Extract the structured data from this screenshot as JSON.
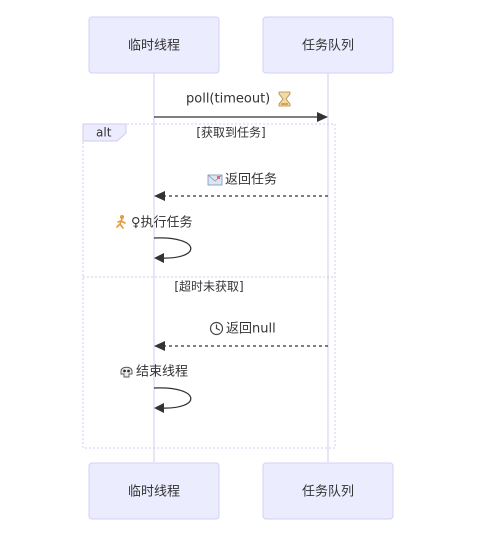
{
  "participants": [
    {
      "id": "temp_thread",
      "label": "临时线程"
    },
    {
      "id": "task_queue",
      "label": "任务队列"
    }
  ],
  "messages": [
    {
      "id": "m1",
      "from": "temp_thread",
      "to": "task_queue",
      "label": "poll(timeout)",
      "icon": "hourglass-icon",
      "style": "solid"
    },
    {
      "id": "m2",
      "from": "task_queue",
      "to": "temp_thread",
      "label": "返回任务",
      "icon": "envelope-icon",
      "style": "dotted"
    },
    {
      "id": "m3",
      "from": "temp_thread",
      "to": "temp_thread",
      "label": "♀执行任务",
      "icon": "runner-icon",
      "style": "self"
    },
    {
      "id": "m4",
      "from": "task_queue",
      "to": "temp_thread",
      "label": "返回null",
      "icon": "clock-icon",
      "style": "dotted"
    },
    {
      "id": "m5",
      "from": "temp_thread",
      "to": "temp_thread",
      "label": "结束线程",
      "icon": "skull-icon",
      "style": "self"
    }
  ],
  "alt": {
    "keyword": "alt",
    "sections": [
      {
        "condition": "[获取到任务]"
      },
      {
        "condition": "[超时未获取]"
      }
    ]
  },
  "colors": {
    "actor_fill": "#ECECFF",
    "actor_stroke": "#D3CFF4",
    "lifeline": "#CFCBEC",
    "line": "#333333"
  }
}
